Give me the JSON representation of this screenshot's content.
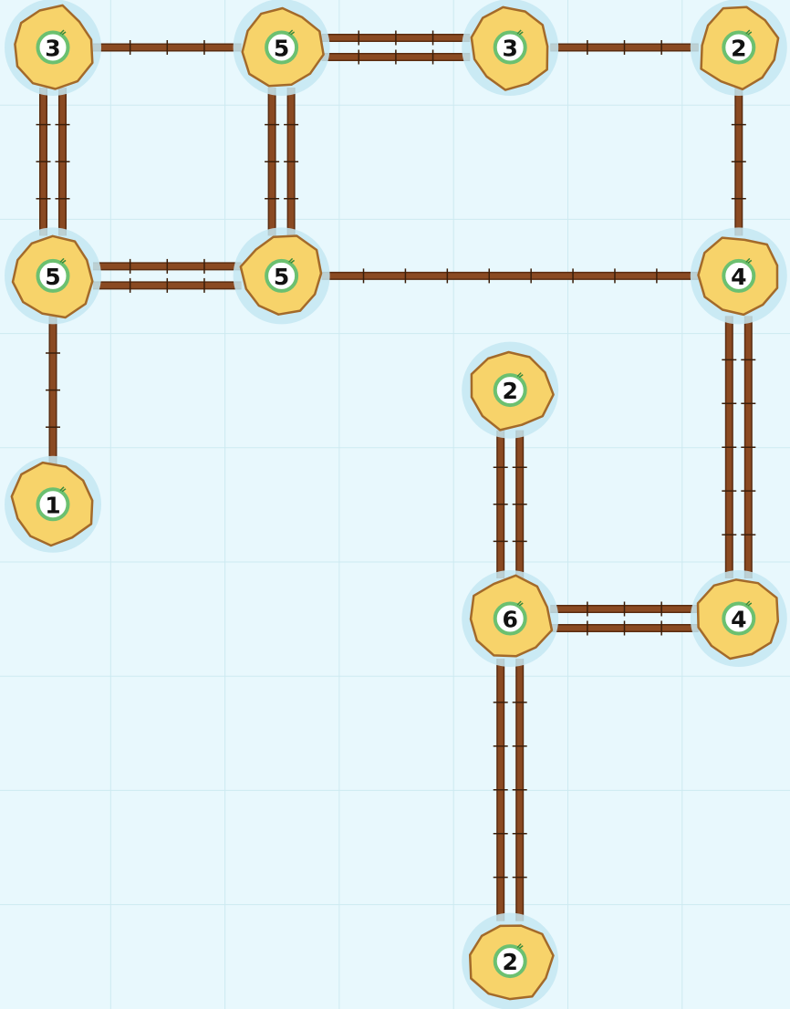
{
  "puzzle": {
    "grid": {
      "cols": 7,
      "rows": 9
    },
    "colors": {
      "background": "#e8f8fd",
      "grid_line": "#cdeaf1",
      "halo": "#c4e8f2",
      "island_fill": "#f7d36a",
      "island_stroke": "#a36a2a",
      "ring": "#6cc070",
      "plank": "#8a4a22",
      "plank_edge": "#5a2c10"
    },
    "islands": [
      {
        "id": "i0",
        "col": 0,
        "row": 0,
        "value": "3"
      },
      {
        "id": "i1",
        "col": 2,
        "row": 0,
        "value": "5"
      },
      {
        "id": "i2",
        "col": 4,
        "row": 0,
        "value": "3"
      },
      {
        "id": "i3",
        "col": 6,
        "row": 0,
        "value": "2"
      },
      {
        "id": "i4",
        "col": 0,
        "row": 2,
        "value": "5"
      },
      {
        "id": "i5",
        "col": 2,
        "row": 2,
        "value": "5"
      },
      {
        "id": "i6",
        "col": 6,
        "row": 2,
        "value": "4"
      },
      {
        "id": "i7",
        "col": 4,
        "row": 3,
        "value": "2"
      },
      {
        "id": "i8",
        "col": 0,
        "row": 4,
        "value": "1"
      },
      {
        "id": "i9",
        "col": 4,
        "row": 5,
        "value": "6"
      },
      {
        "id": "i10",
        "col": 6,
        "row": 5,
        "value": "4"
      },
      {
        "id": "i11",
        "col": 4,
        "row": 8,
        "value": "2"
      }
    ],
    "bridges": [
      {
        "from": "i0",
        "to": "i1",
        "count": 1
      },
      {
        "from": "i1",
        "to": "i2",
        "count": 2
      },
      {
        "from": "i2",
        "to": "i3",
        "count": 1
      },
      {
        "from": "i0",
        "to": "i4",
        "count": 2
      },
      {
        "from": "i1",
        "to": "i5",
        "count": 2
      },
      {
        "from": "i3",
        "to": "i6",
        "count": 1
      },
      {
        "from": "i4",
        "to": "i5",
        "count": 2
      },
      {
        "from": "i5",
        "to": "i6",
        "count": 1
      },
      {
        "from": "i4",
        "to": "i8",
        "count": 1
      },
      {
        "from": "i6",
        "to": "i10",
        "count": 2
      },
      {
        "from": "i7",
        "to": "i9",
        "count": 2
      },
      {
        "from": "i9",
        "to": "i10",
        "count": 2
      },
      {
        "from": "i9",
        "to": "i11",
        "count": 2
      }
    ]
  }
}
